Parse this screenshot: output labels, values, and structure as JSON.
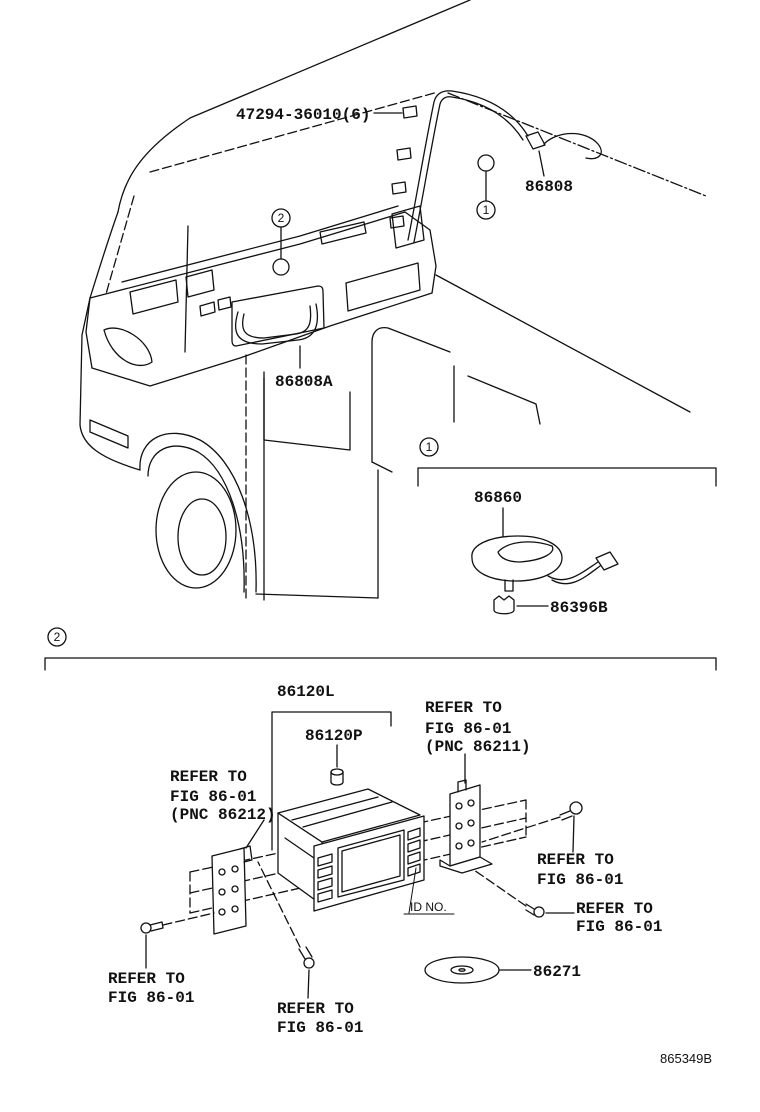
{
  "diagram_code": "865349B",
  "overview": {
    "clip_part_number": "47294-36010(6)",
    "antenna_cord_part_number": "86808",
    "harness_part_number": "86808A",
    "roof_callout": "1",
    "dash_callout": "2"
  },
  "section_1": {
    "number": "1",
    "antenna_part_number": "86860",
    "nut_part_number": "86396B"
  },
  "section_2": {
    "number": "2",
    "receiver_part_number": "86120L",
    "knob_part_number": "86120P",
    "disc_part_number": "86271",
    "id_label": "ID NO.",
    "refs": {
      "right_bracket": [
        "REFER TO",
        "FIG 86-01",
        "(PNC 86211)"
      ],
      "left_bracket": [
        "REFER TO",
        "FIG 86-01",
        "(PNC 86212)"
      ],
      "right_upper_screw": [
        "REFER TO",
        "FIG 86-01"
      ],
      "right_lower_screw": [
        "REFER TO",
        "FIG 86-01"
      ],
      "left_screw": [
        "REFER TO",
        "FIG 86-01"
      ],
      "bottom_screw": [
        "REFER TO",
        "FIG 86-01"
      ]
    }
  }
}
